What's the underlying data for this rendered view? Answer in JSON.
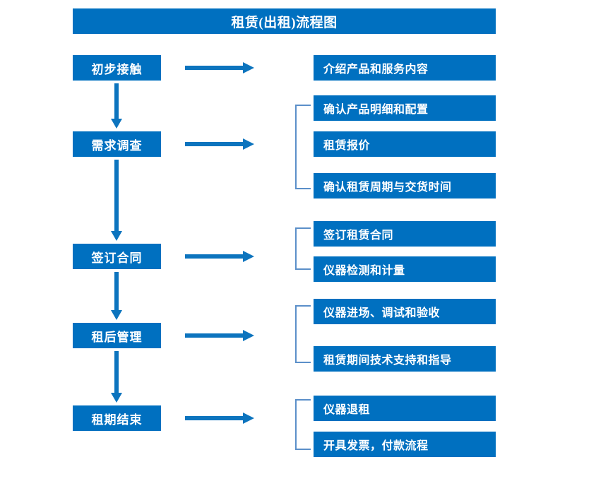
{
  "title": "租赁(出租)流程图",
  "theme": {
    "box_fill": "#0070C0",
    "box_text": "#FFFFFF",
    "arrow": "#0C74BE",
    "bracket": "#5B8FC9",
    "background": "#FFFFFF"
  },
  "stages": [
    {
      "label": "初步接触"
    },
    {
      "label": "需求调查"
    },
    {
      "label": "签订合同"
    },
    {
      "label": "租后管理"
    },
    {
      "label": "租期结束"
    }
  ],
  "tasks": [
    {
      "label": "介绍产品和服务内容"
    },
    {
      "label": "确认产品明细和配置"
    },
    {
      "label": "租赁报价"
    },
    {
      "label": "确认租赁周期与交货时间"
    },
    {
      "label": "签订租赁合同"
    },
    {
      "label": "仪器检测和计量"
    },
    {
      "label": "仪器进场、调试和验收"
    },
    {
      "label": "租赁期间技术支持和指导"
    },
    {
      "label": "仪器退租"
    },
    {
      "label": "开具发票，付款流程"
    }
  ]
}
